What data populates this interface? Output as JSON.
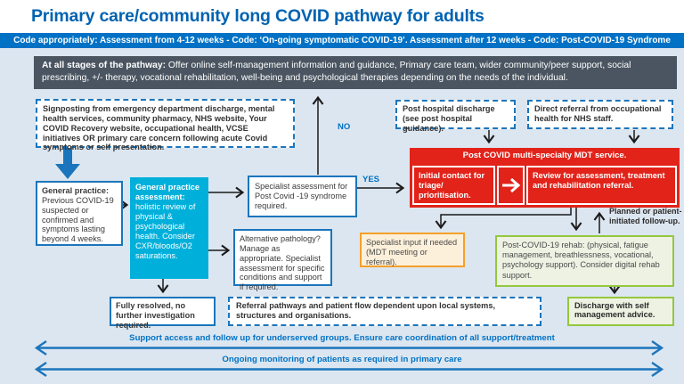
{
  "title": "Primary care/community long COVID pathway for adults",
  "banner": "Code appropriately: Assessment from 4-12 weeks - Code: ‘On-going symptomatic COVID-19’. Assessment after 12 weeks - Code: Post-COVID-19 Syndrome",
  "all_stages": {
    "lead": "At all stages of the pathway:",
    "body": " Offer online self-management information and guidance, Primary care team, wider community/peer support, social prescribing, +/- therapy, vocational rehabilitation, well-being and psychological therapies depending on the needs of the individual."
  },
  "labels": {
    "yes": "YES",
    "no": "NO",
    "planned_followup": "Planned or patient-initiated follow-up."
  },
  "boxes": {
    "signposting": "Signposting from emergency department discharge, mental health services, community pharmacy, NHS website, Your COVID Recovery website, occupational health, VCSE initiatives OR primary care concern following acute Covid symptoms or self presentation.",
    "general_practice": {
      "lead": "General practice:",
      "body": " Previous COVID-19 suspected or confirmed and symptoms lasting beyond 4 weeks."
    },
    "gp_assessment": {
      "lead": "General practice assessment:",
      "body": " holistic review of physical & psychological health. Consider CXR/bloods/O2 saturations."
    },
    "specialist_assessment": "Specialist assessment for Post Covid -19 syndrome required.",
    "alternative_pathology": "Alternative pathology? Manage as appropriate. Specialist assessment for specific conditions and support if required.",
    "fully_resolved": "Fully resolved, no further investigation required.",
    "referral_pathways": "Referral pathways and patient flow dependent upon local systems, structures and organisations.",
    "post_hospital": "Post hospital discharge (see post hospital guidance).",
    "direct_referral": "Direct referral from occupational health for NHS staff.",
    "mdt": {
      "header": "Post COVID multi-specialty MDT service.",
      "initial": "Initial contact for triage/ prioritisation.",
      "review": "Review for assessment, treatment and rehabilitation referral."
    },
    "specialist_input": "Specialist input if needed (MDT meeting or referral).",
    "rehab": "Post-COVID-19 rehab: (physical, fatigue management, breathlessness, vocational, psychology support). Consider digital rehab support.",
    "discharge": "Discharge with self management advice."
  },
  "footer": {
    "line1": "Support access and follow up for underserved groups. Ensure care coordination of all support/treatment",
    "line2": "Ongoing monitoring of patients as required in primary care"
  },
  "colors": {
    "title_blue": "#0063b1",
    "banner_blue": "#0071c5",
    "dark_gray": "#4a5561",
    "cyan": "#00b0db",
    "red": "#e2231a",
    "orange": "#f5a02a",
    "green": "#94c83d",
    "line_blue": "#1b75bc"
  }
}
